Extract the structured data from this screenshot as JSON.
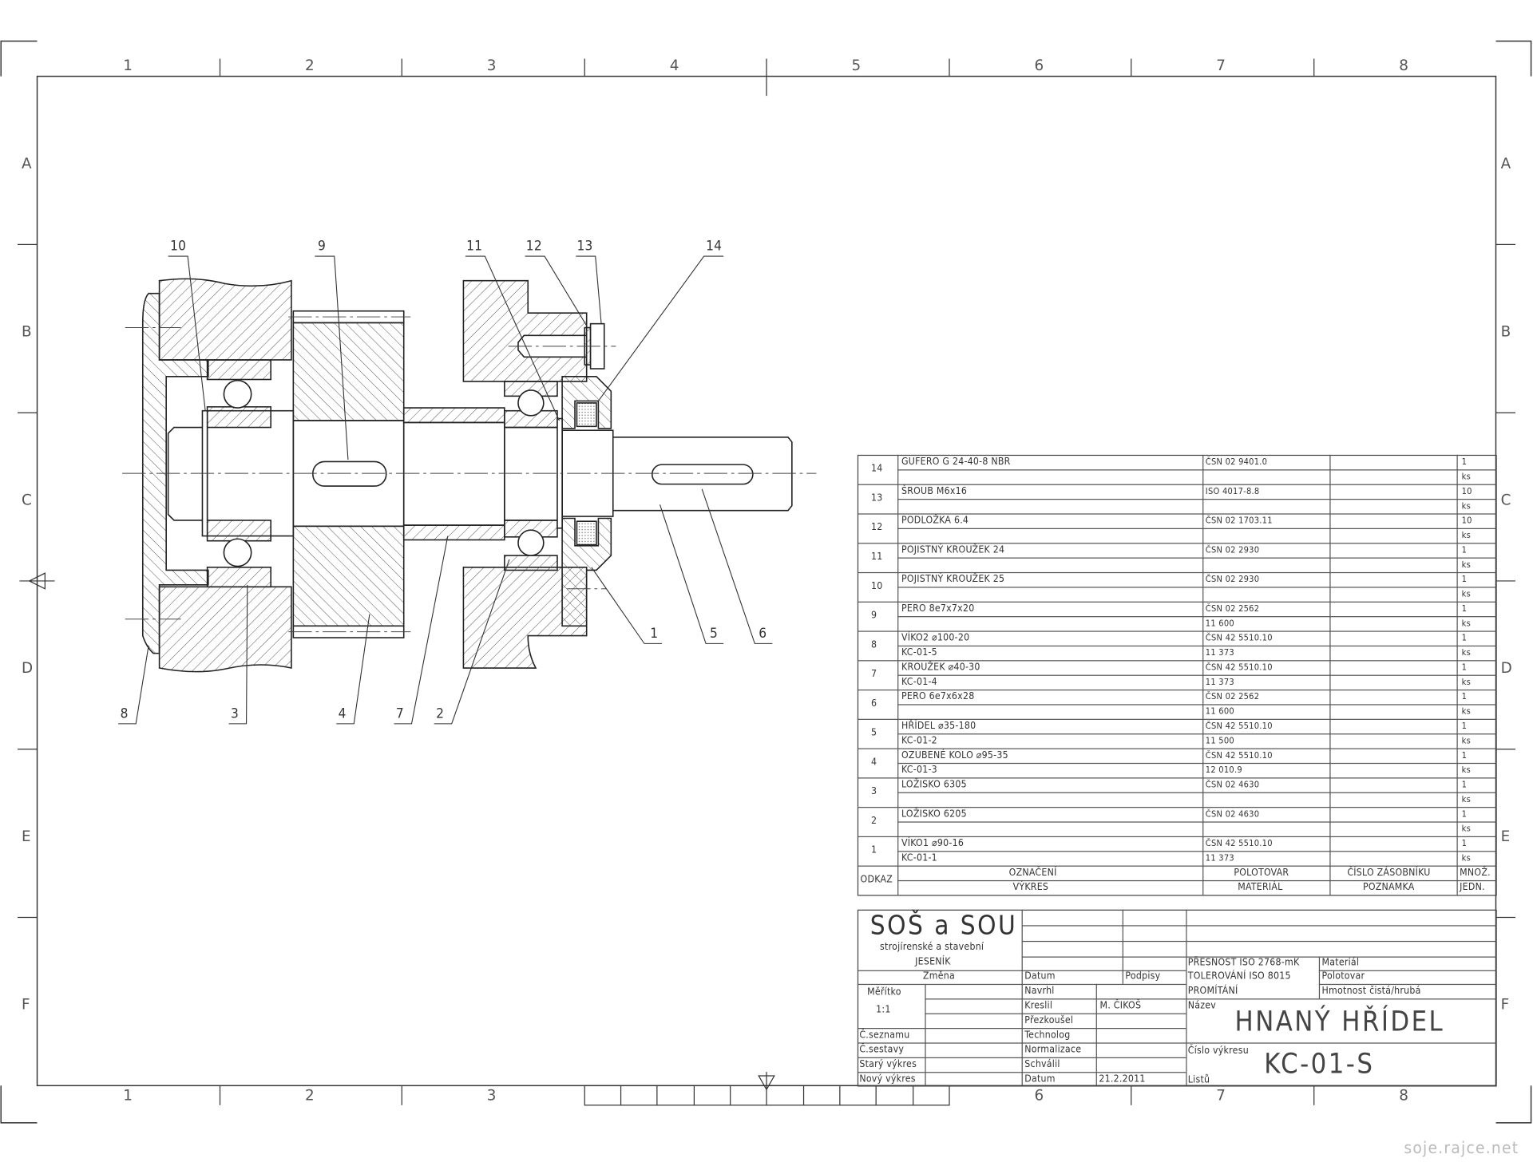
{
  "zones": {
    "columns": [
      "1",
      "2",
      "3",
      "4",
      "5",
      "6",
      "7",
      "8"
    ],
    "rows": [
      "A",
      "B",
      "C",
      "D",
      "E",
      "F"
    ]
  },
  "callouts": [
    "10",
    "9",
    "11",
    "12",
    "13",
    "14",
    "8",
    "3",
    "4",
    "7",
    "2",
    "1",
    "5",
    "6"
  ],
  "parts_list": {
    "header": {
      "ref": "ODKAZ",
      "designation": "OZNAČENÍ",
      "drawing": "VÝKRES",
      "blank": "POLOTOVAR",
      "material": "MATERIÁL",
      "stock_no": "ČÍSLO ZÁSOBNÍKU",
      "note": "POZNAMKA",
      "qty": "MNOŽ.",
      "unit": "JEDN."
    },
    "rows": [
      {
        "ref": "14",
        "designation": "GUFERO G 24-40-8 NBR",
        "drawing": "",
        "blank": "ČSN 02 9401.0",
        "material": "",
        "qty": "1",
        "unit": "ks"
      },
      {
        "ref": "13",
        "designation": "ŠROUB M6x16",
        "drawing": "",
        "blank": "ISO 4017-8.8",
        "material": "",
        "qty": "10",
        "unit": "ks"
      },
      {
        "ref": "12",
        "designation": "PODLOŽKA 6.4",
        "drawing": "",
        "blank": "ČSN 02 1703.11",
        "material": "",
        "qty": "10",
        "unit": "ks"
      },
      {
        "ref": "11",
        "designation": "POJISTNÝ KROUŽEK 24",
        "drawing": "",
        "blank": "ČSN 02 2930",
        "material": "",
        "qty": "1",
        "unit": "ks"
      },
      {
        "ref": "10",
        "designation": "POJISTNÝ KROUŽEK 25",
        "drawing": "",
        "blank": "ČSN 02 2930",
        "material": "",
        "qty": "1",
        "unit": "ks"
      },
      {
        "ref": "9",
        "designation": "PERO 8e7x7x20",
        "drawing": "",
        "blank": "ČSN 02 2562",
        "material": "11 600",
        "qty": "1",
        "unit": "ks"
      },
      {
        "ref": "8",
        "designation": "VÍKO2 ⌀100-20",
        "drawing": "KC-01-5",
        "blank": "ČSN 42 5510.10",
        "material": "11 373",
        "qty": "1",
        "unit": "ks"
      },
      {
        "ref": "7",
        "designation": "KROUŽEK ⌀40-30",
        "drawing": "KC-01-4",
        "blank": "ČSN 42 5510.10",
        "material": "11 373",
        "qty": "1",
        "unit": "ks"
      },
      {
        "ref": "6",
        "designation": "PERO 6e7x6x28",
        "drawing": "",
        "blank": "ČSN 02 2562",
        "material": "11 600",
        "qty": "1",
        "unit": "ks"
      },
      {
        "ref": "5",
        "designation": "HŘÍDEL ⌀35-180",
        "drawing": "KC-01-2",
        "blank": "ČSN 42 5510.10",
        "material": "11 500",
        "qty": "1",
        "unit": "ks"
      },
      {
        "ref": "4",
        "designation": "OZUBENÉ KOLO ⌀95-35",
        "drawing": "KC-01-3",
        "blank": "ČSN 42 5510.10",
        "material": "12 010.9",
        "qty": "1",
        "unit": "ks"
      },
      {
        "ref": "3",
        "designation": "LOŽISKO 6305",
        "drawing": "",
        "blank": "ČSN 02 4630",
        "material": "",
        "qty": "1",
        "unit": "ks"
      },
      {
        "ref": "2",
        "designation": "LOŽISKO 6205",
        "drawing": "",
        "blank": "ČSN 02 4630",
        "material": "",
        "qty": "1",
        "unit": "ks"
      },
      {
        "ref": "1",
        "designation": "VÍKO1 ⌀90-16",
        "drawing": "KC-01-1",
        "blank": "ČSN 42 5510.10",
        "material": "11 373",
        "qty": "1",
        "unit": "ks"
      }
    ]
  },
  "title_block": {
    "school_name": "SOŠ a SOU",
    "school_sub": "strojírenské a stavební",
    "school_city": "JESENÍK",
    "change": "Změna",
    "date_col": "Datum",
    "signatures": "Podpisy",
    "scale_label": "Měřítko",
    "scale_value": "1:1",
    "list_no": "Č.seznamu",
    "assembly_no": "Č.sestavy",
    "old_drawing": "Starý výkres",
    "new_drawing": "Nový výkres",
    "designed": "Navrhl",
    "drawn": "Kreslil",
    "drawn_by": "M. ČIKOŠ",
    "checked": "Přezkoušel",
    "technologist": "Technolog",
    "standardization": "Normalizace",
    "approved": "Schválil",
    "date_label": "Datum",
    "date_value": "21.2.2011",
    "accuracy": "PŘESNOST ISO 2768-mK",
    "tolerancing": "TOLEROVÁNÍ ISO 8015",
    "projection": "PROMÍTÁNÍ",
    "material": "Materiál",
    "blank": "Polotovar",
    "mass": "Hmotnost čistá/hrubá",
    "name_label": "Název",
    "name_value": "HNANÝ HŘÍDEL",
    "drawing_no_label": "Číslo výkresu",
    "drawing_no_value": "KC-01-S",
    "sheets_label": "Listů"
  },
  "watermark": "soje.rajce.net"
}
